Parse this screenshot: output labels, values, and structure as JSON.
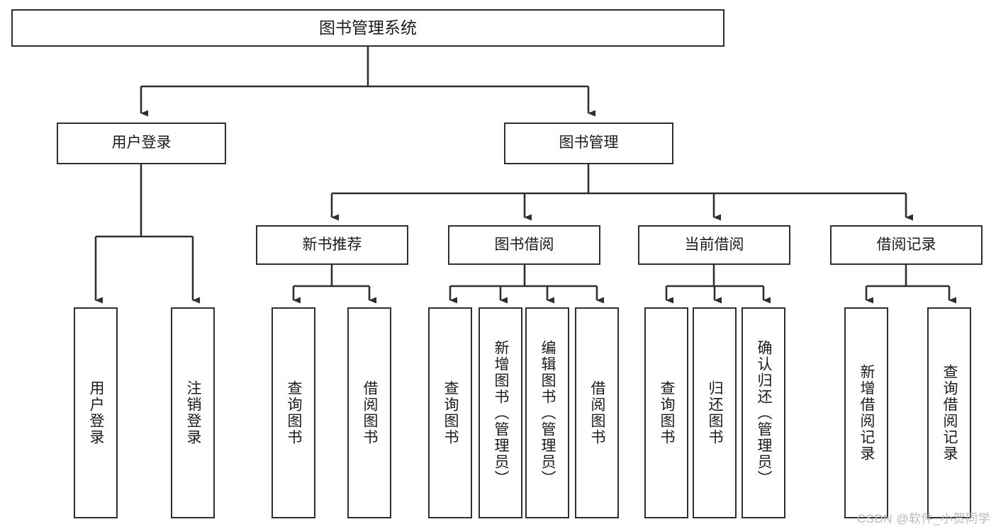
{
  "diagram": {
    "title": "图书管理系统",
    "type": "tree-hierarchy-diagram",
    "watermark": "CSDN @软件_小贺同学",
    "colors": {
      "box_border": "#2f2f2f",
      "box_fill": "#ffffff",
      "line": "#2f2f2f",
      "text": "#1b1b1b",
      "watermark": "#b9b9b9",
      "background": "#ffffff"
    },
    "root": {
      "label": "图书管理系统"
    },
    "level2": [
      {
        "label": "用户登录"
      },
      {
        "label": "图书管理"
      }
    ],
    "level3": [
      {
        "label": "新书推荐"
      },
      {
        "label": "图书借阅"
      },
      {
        "label": "当前借阅"
      },
      {
        "label": "借阅记录"
      }
    ],
    "leaves": {
      "user_login": [
        {
          "label": "用户登录"
        },
        {
          "label": "注销登录"
        }
      ],
      "new_book_recommend": [
        {
          "label": "查询图书"
        },
        {
          "label": "借阅图书"
        }
      ],
      "book_borrow": [
        {
          "label": "查询图书"
        },
        {
          "label": "新增图书（管理员）"
        },
        {
          "label": "编辑图书（管理员）"
        },
        {
          "label": "借阅图书"
        }
      ],
      "current_borrow": [
        {
          "label": "查询图书"
        },
        {
          "label": "归还图书"
        },
        {
          "label": "确认归还（管理员）"
        }
      ],
      "borrow_record": [
        {
          "label": "新增借阅记录"
        },
        {
          "label": "查询借阅记录"
        }
      ]
    }
  }
}
